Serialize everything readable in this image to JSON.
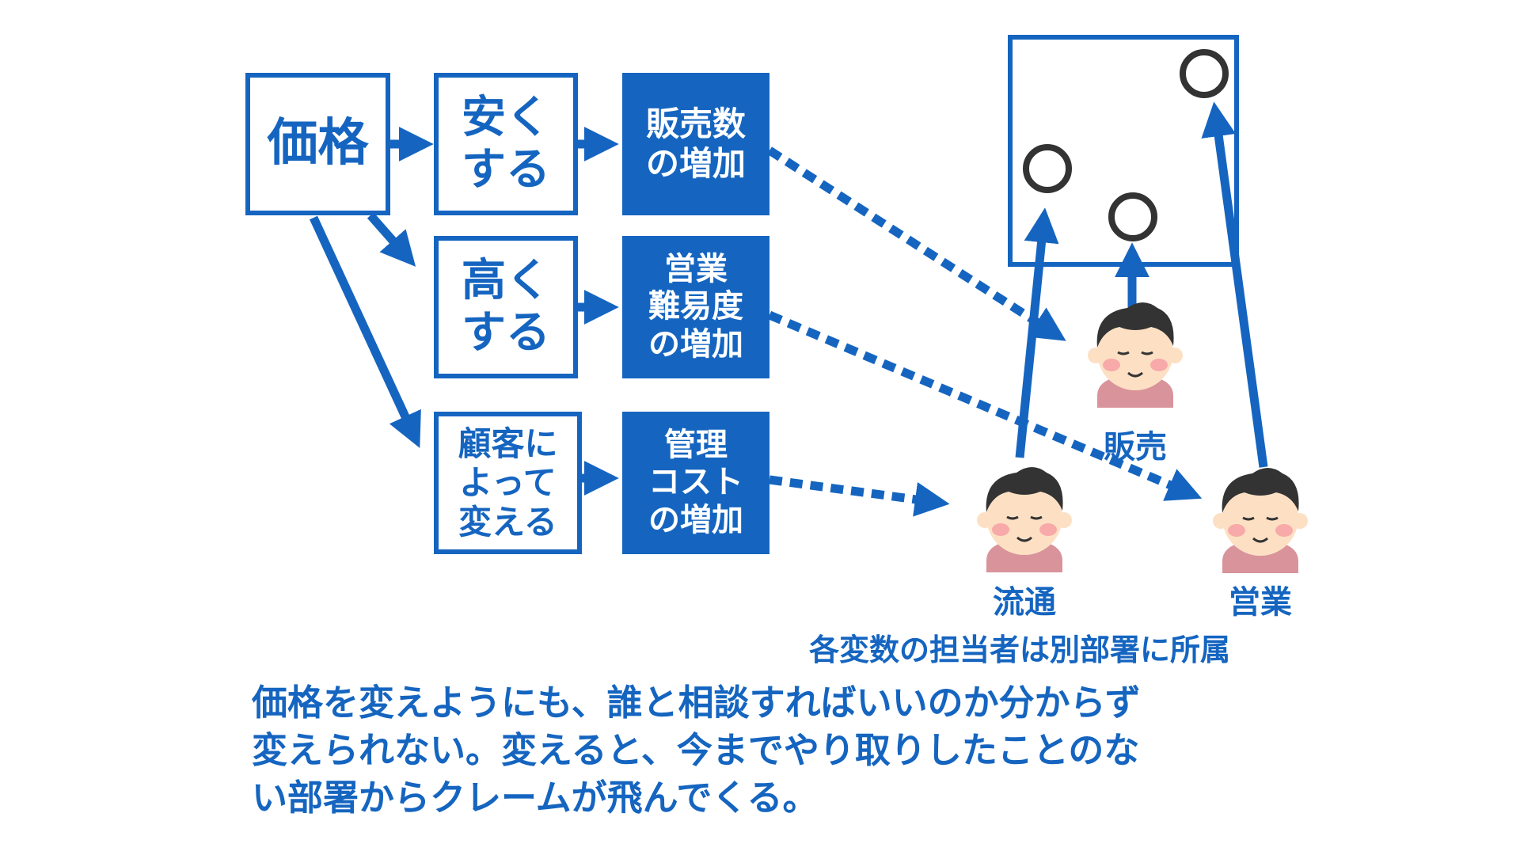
{
  "nodes": {
    "price": "価格",
    "cheaper": "安く\nする",
    "higher": "高く\nする",
    "per_customer": "顧客に\nよって\n変える",
    "sales_increase": "販売数\nの増加",
    "sales_difficulty": "営業\n難易度\nの増加",
    "mgmt_cost": "管理\nコスト\nの増加"
  },
  "people": {
    "sales": "販売",
    "distribution": "流通",
    "eigyo": "営業"
  },
  "note": "各変数の担当者は別部署に所属",
  "caption": [
    "価格を変えようにも、誰と相談すればいいのか分からず",
    "変えられない。変えると、今までやり取りしたことのな",
    "い部署からクレームが飛んでくる。"
  ],
  "colors": {
    "primary": "#1565c0",
    "skin": "#fde0c4",
    "hair": "#333333",
    "shirt": "#d9939b",
    "cheek": "#f8a9a9"
  }
}
